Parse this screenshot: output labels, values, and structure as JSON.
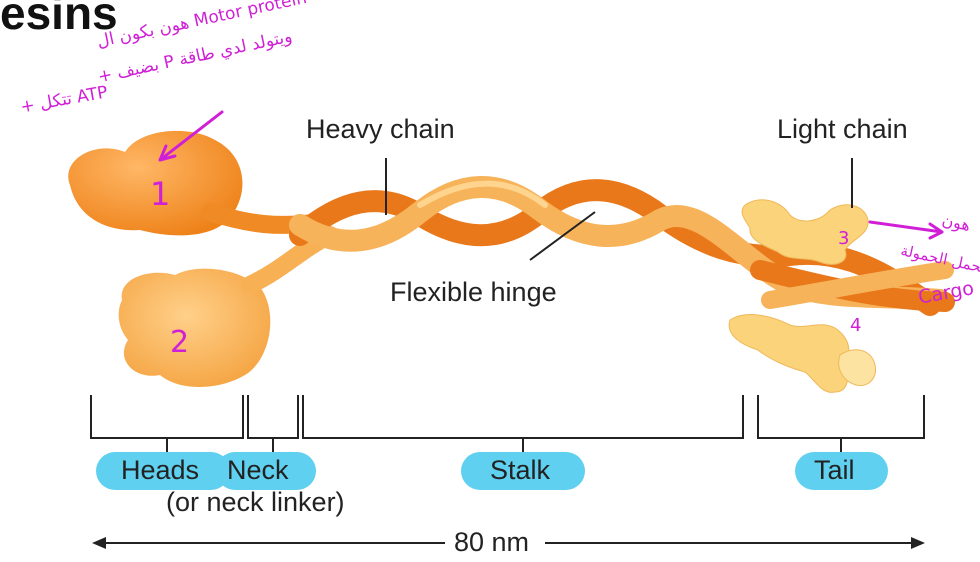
{
  "title": "esins",
  "labels": {
    "heavy_chain": "Heavy chain",
    "light_chain": "Light chain",
    "flexible_hinge": "Flexible hinge"
  },
  "segments": {
    "heads": "Heads",
    "neck": "Neck",
    "neck_note": "(or neck linker)",
    "stalk": "Stalk",
    "tail": "Tail"
  },
  "scale": "80 nm",
  "annotations": {
    "line1": "هون بكون ال Motor protein",
    "line2": "+ بضيف P ويتولد لدي طاقة",
    "line3": "+ تتكل ATP",
    "right1": "هون",
    "right2": "بحمل الحمولة",
    "right3": "Cargo",
    "num1": "1",
    "num2": "2",
    "num3": "3",
    "num4": "4"
  },
  "colors": {
    "head_dark": "#f08a1e",
    "head_light": "#f9b862",
    "chain_dark": "#e9781a",
    "chain_light": "#f7b35a",
    "tail_pale": "#fbd37b",
    "pill": "#5fd0ef",
    "ink": "#d01fd6"
  }
}
